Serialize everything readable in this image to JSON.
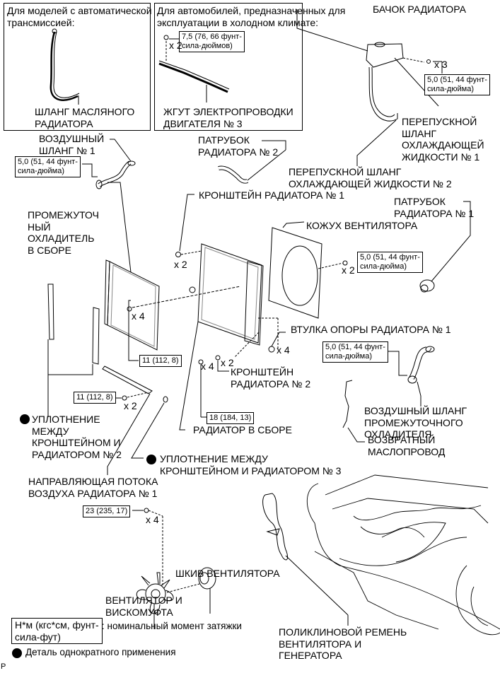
{
  "insets": {
    "automatic": {
      "title": "Для моделей с автоматической\nтрансмиссией:",
      "part": "ШЛАНГ МАСЛЯНОГО\nРАДИАТОРА"
    },
    "cold_climate": {
      "title": "Для автомобилей, предназначенных для\nэксплуатации в холодном климате:",
      "torque": "7,5 (76, 66 фунт-\nсила-дюймов)",
      "qty": "x 2",
      "part": "ЖГУТ ЭЛЕКТРОПРОВОДКИ\nДВИГАТЕЛЯ № 3"
    }
  },
  "parts": {
    "reservoir": "БАЧОК РАДИАТОРА",
    "bypass_hose_1": "ПЕРЕПУСКНОЙ\nШЛАНГ\nОХЛАЖДАЮЩЕЙ\nЖИДКОСТИ № 1",
    "bypass_hose_2": "ПЕРЕПУСКНОЙ ШЛАНГ\nОХЛАЖДАЮЩЕЙ ЖИДКОСТИ № 2",
    "air_hose_1": "ВОЗДУШНЫЙ\nШЛАНГ № 1",
    "radiator_pipe_2": "ПАТРУБОК\nРАДИАТОРА № 2",
    "radiator_bracket_1": "КРОНШТЕЙН РАДИАТОРА № 1",
    "radiator_pipe_1": "ПАТРУБОК\nРАДИАТОРА № 1",
    "intercooler": "ПРОМЕЖУТОЧ\nНЫЙ\nОХЛАДИТЕЛЬ\nВ СБОРЕ",
    "fan_shroud": "КОЖУХ ВЕНТИЛЯТОРА",
    "support_bushing_1": "ВТУЛКА ОПОРЫ РАДИАТОРА № 1",
    "radiator_bracket_2": "КРОНШТЕЙН\nРАДИАТОРА № 2",
    "intercooler_air_hose": "ВОЗДУШНЫЙ ШЛАНГ\nПРОМЕЖУТОЧНОГО\nОХЛАДИТЕЛЯ",
    "oil_return_line": "ВОЗВРАТНЫЙ\nМАСЛОПРОВОД",
    "radiator_assembly": "РАДИАТОР В СБОРЕ",
    "seal_2": "УПЛОТНЕНИЕ\nМЕЖДУ\nКРОНШТЕЙНОМ И\nРАДИАТОРОМ № 2",
    "seal_3": "УПЛОТНЕНИЕ МЕЖДУ\nКРОНШТЕЙНОМ И РАДИАТОРОМ № 3",
    "air_guide_1": "НАПРАВЛЯЮЩАЯ ПОТОКА\nВОЗДУХА РАДИАТОРА № 1",
    "fan_pulley": "ШКИВ ВЕНТИЛЯТОРА",
    "fan_clutch": "ВЕНТИЛЯТОР И\nВИСКОМУФТА",
    "v_ribbed_belt": "ПОЛИКЛИНОВОЙ РЕМЕНЬ\nВЕНТИЛЯТОРА И\nГЕНЕРАТОРА"
  },
  "torques": {
    "reservoir_bolt": "5,0 (51, 44 фунт-\nсила-дюйма)",
    "air_hose_1": "5,0 (51, 44 фунт-\nсила-дюйма)",
    "shroud_bolt": "5,0 (51, 44 фунт-\nсила-дюйма)",
    "intercooler_air_hose": "5,0 (51, 44 фунт-\nсила-дюйма)",
    "intercooler_bolt": "11 (112, 8)",
    "air_guide_bolt": "11 (112, 8)",
    "radiator_bolt": "18 (184, 13)",
    "fan_nut": "23 (235, 17)"
  },
  "quantities": {
    "reservoir_bolt": "x 3",
    "bracket_1_bolt": "x 2",
    "shroud_bolt": "x 2",
    "intercooler_bolt": "x 4",
    "bushing": "x 4",
    "radiator_bolt": "x 4",
    "bracket_2_bolt": "x 2",
    "air_guide_bolt": "x 2",
    "fan_nut": "x 4"
  },
  "legend": {
    "torque_box": "Н*м (кгс*см, фунт-\nсила-фут)",
    "torque_desc": ": номинальный момент затяжки",
    "single_use": "Деталь однократного применения"
  },
  "footer": {
    "code": "P"
  }
}
